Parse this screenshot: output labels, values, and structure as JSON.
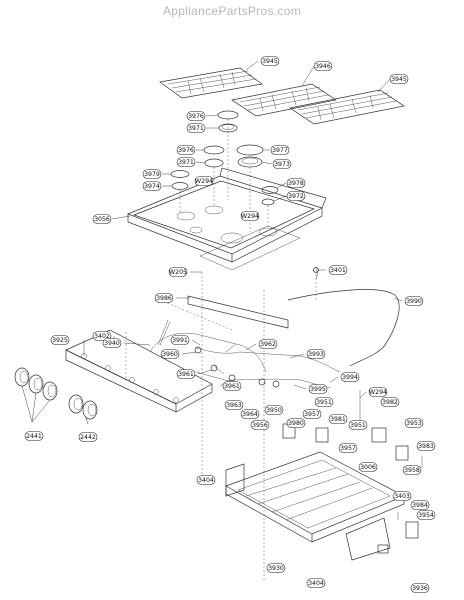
{
  "watermark": "AppliancePartsPros.com",
  "callouts": [
    {
      "id": "c3945a",
      "text": "3945"
    },
    {
      "id": "c3946",
      "text": "3946"
    },
    {
      "id": "c3945b",
      "text": "3945"
    },
    {
      "id": "c3976a",
      "text": "3976"
    },
    {
      "id": "c3971a",
      "text": "3971"
    },
    {
      "id": "c3976b",
      "text": "3976"
    },
    {
      "id": "c3977",
      "text": "3977"
    },
    {
      "id": "c3971b",
      "text": "3971"
    },
    {
      "id": "c3973",
      "text": "3973"
    },
    {
      "id": "c3979",
      "text": "3979"
    },
    {
      "id": "cW294a",
      "text": "W294"
    },
    {
      "id": "c3974",
      "text": "3974"
    },
    {
      "id": "c3978",
      "text": "3978"
    },
    {
      "id": "c3972",
      "text": "3972"
    },
    {
      "id": "cW294b",
      "text": "W294"
    },
    {
      "id": "c3056",
      "text": "3056"
    },
    {
      "id": "cW205",
      "text": "W205"
    },
    {
      "id": "c3401",
      "text": "3401"
    },
    {
      "id": "c3986",
      "text": "3986"
    },
    {
      "id": "c3990",
      "text": "3990"
    },
    {
      "id": "c3925",
      "text": "3925"
    },
    {
      "id": "c3402",
      "text": "3402"
    },
    {
      "id": "c3940",
      "text": "3940"
    },
    {
      "id": "c3991",
      "text": "3991"
    },
    {
      "id": "c3960",
      "text": "3960"
    },
    {
      "id": "c3962",
      "text": "3962"
    },
    {
      "id": "c3993",
      "text": "3993"
    },
    {
      "id": "c3961a",
      "text": "3961"
    },
    {
      "id": "c3961b",
      "text": "3961"
    },
    {
      "id": "c3994",
      "text": "3994"
    },
    {
      "id": "c3995",
      "text": "3995"
    },
    {
      "id": "cW294c",
      "text": "W294"
    },
    {
      "id": "c3963",
      "text": "3963"
    },
    {
      "id": "c3964",
      "text": "3964"
    },
    {
      "id": "c3950",
      "text": "3950"
    },
    {
      "id": "c3951a",
      "text": "3951"
    },
    {
      "id": "c3982",
      "text": "3982"
    },
    {
      "id": "c3957a",
      "text": "3957"
    },
    {
      "id": "c3956",
      "text": "3956"
    },
    {
      "id": "c3980",
      "text": "3980"
    },
    {
      "id": "c3981",
      "text": "3981"
    },
    {
      "id": "c3951b",
      "text": "3951"
    },
    {
      "id": "c3953",
      "text": "3953"
    },
    {
      "id": "c3957b",
      "text": "3957"
    },
    {
      "id": "c3983",
      "text": "3983"
    },
    {
      "id": "c3958",
      "text": "3958"
    },
    {
      "id": "c2441",
      "text": "2441"
    },
    {
      "id": "c2442",
      "text": "2442"
    },
    {
      "id": "c3006",
      "text": "3006"
    },
    {
      "id": "c3404a",
      "text": "3404"
    },
    {
      "id": "c3403",
      "text": "3403"
    },
    {
      "id": "c3984",
      "text": "3984"
    },
    {
      "id": "c3954",
      "text": "3954"
    },
    {
      "id": "c3930",
      "text": "3930"
    },
    {
      "id": "c3404b",
      "text": "3404"
    },
    {
      "id": "c3936",
      "text": "3936"
    }
  ]
}
